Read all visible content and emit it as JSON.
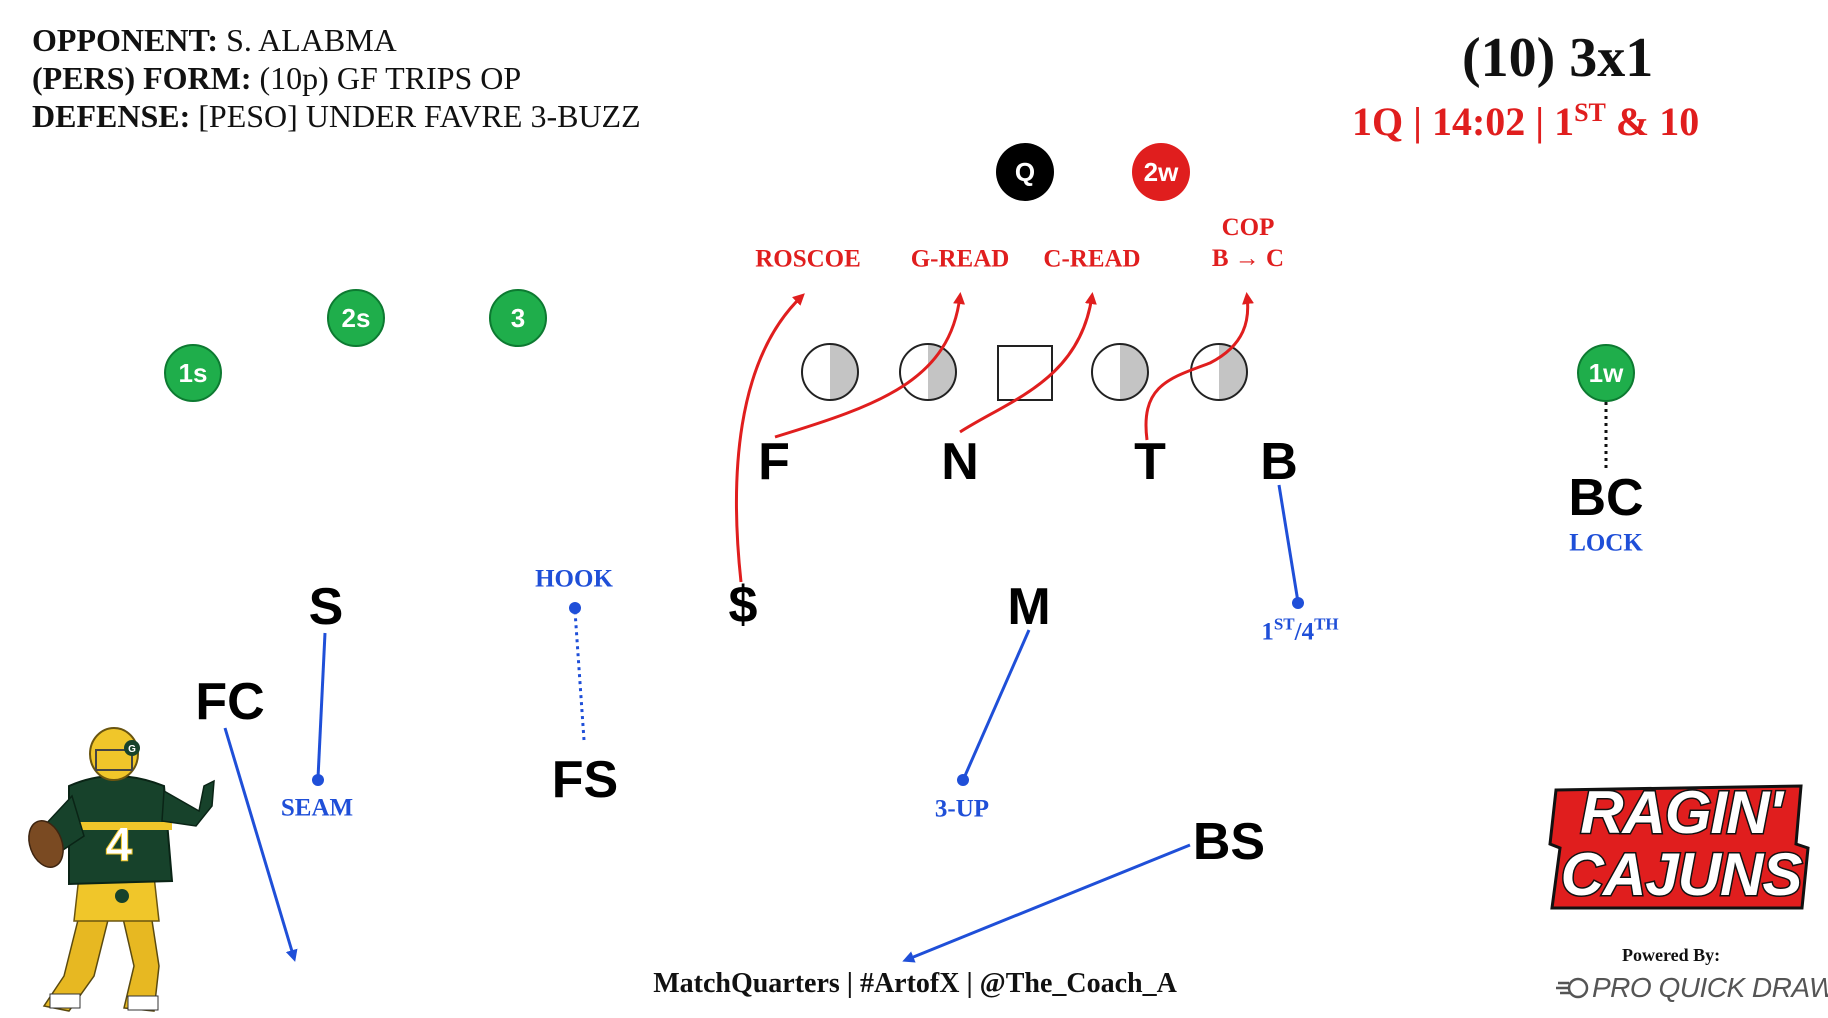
{
  "header": {
    "opponent_label": "OPPONENT:",
    "opponent_value": "S. ALABMA",
    "formation_label": "(PERS) FORM:",
    "formation_value": "(10p) GF TRIPS OP",
    "defense_label": "DEFENSE:",
    "defense_value": "[PESO] UNDER FAVRE 3-BUZZ"
  },
  "play": {
    "title": "(10) 3x1",
    "quarter": "1Q",
    "clock": "14:02",
    "sep": "|",
    "down_num": "1",
    "down_suffix": "ST",
    "down_rest": "& 10"
  },
  "offense": {
    "q": "Q",
    "w2": "2w",
    "s1": "1s",
    "s2": "2s",
    "r3": "3",
    "w1": "1w"
  },
  "defense_players": {
    "F": "F",
    "N": "N",
    "T": "T",
    "B": "B",
    "BC": "BC",
    "S": "S",
    "FC": "FC",
    "FS": "FS",
    "M": "M",
    "dollar": "$",
    "BS": "BS"
  },
  "calls": {
    "roscoe": "ROSCOE",
    "gread": "G-READ",
    "cread": "C-READ",
    "cop": "COP",
    "cop_sub": "B → C",
    "hook": "HOOK",
    "lock": "LOCK",
    "seam": "SEAM",
    "threeup": "3-UP",
    "first": "1",
    "first_sup": "ST",
    "slash": "/4",
    "fourth_sup": "TH"
  },
  "footer": {
    "credits": "MatchQuarters | #ArtofX | @The_Coach_A",
    "powered": "Powered By:",
    "pqd": "PRO QUICK DRAW"
  },
  "logo": {
    "line1": "RAGIN'",
    "line2": "CAJUNS"
  },
  "colors": {
    "red": "#e01e1e",
    "blue": "#1f4fd8",
    "green": "#1fae4b"
  },
  "icons": [
    "quarterback-photo",
    "ragin-cajuns-logo",
    "pro-quick-draw-icon"
  ]
}
